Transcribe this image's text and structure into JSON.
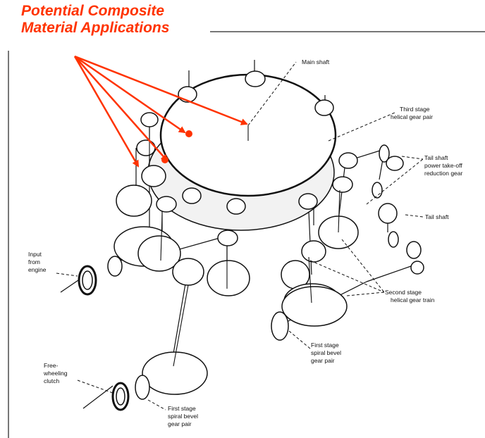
{
  "title": {
    "line1": "Potential Composite",
    "line2": "Material Applications"
  },
  "labels": {
    "main_shaft": "Main shaft",
    "third_stage_1": "Third stage",
    "third_stage_2": "helical gear pair",
    "tail_pto_1": "Tail shaft",
    "tail_pto_2": "power take-off",
    "tail_pto_3": "reduction gear",
    "tail_shaft": "Tail shaft",
    "input_1": "Input",
    "input_2": "from",
    "input_3": "engine",
    "second_stage_1": "Second stage",
    "second_stage_2": "helical gear train",
    "first_bevel_right_1": "First stage",
    "first_bevel_right_2": "spiral bevel",
    "first_bevel_right_3": "gear pair",
    "freewheel_1": "Free-",
    "freewheel_2": "wheeling",
    "freewheel_3": "clutch",
    "first_bevel_left_1": "First stage",
    "first_bevel_left_2": "spiral bevel",
    "first_bevel_left_3": "gear pair"
  },
  "colors": {
    "accent": "#ff3300",
    "line": "#111111",
    "frame": "#777777"
  }
}
